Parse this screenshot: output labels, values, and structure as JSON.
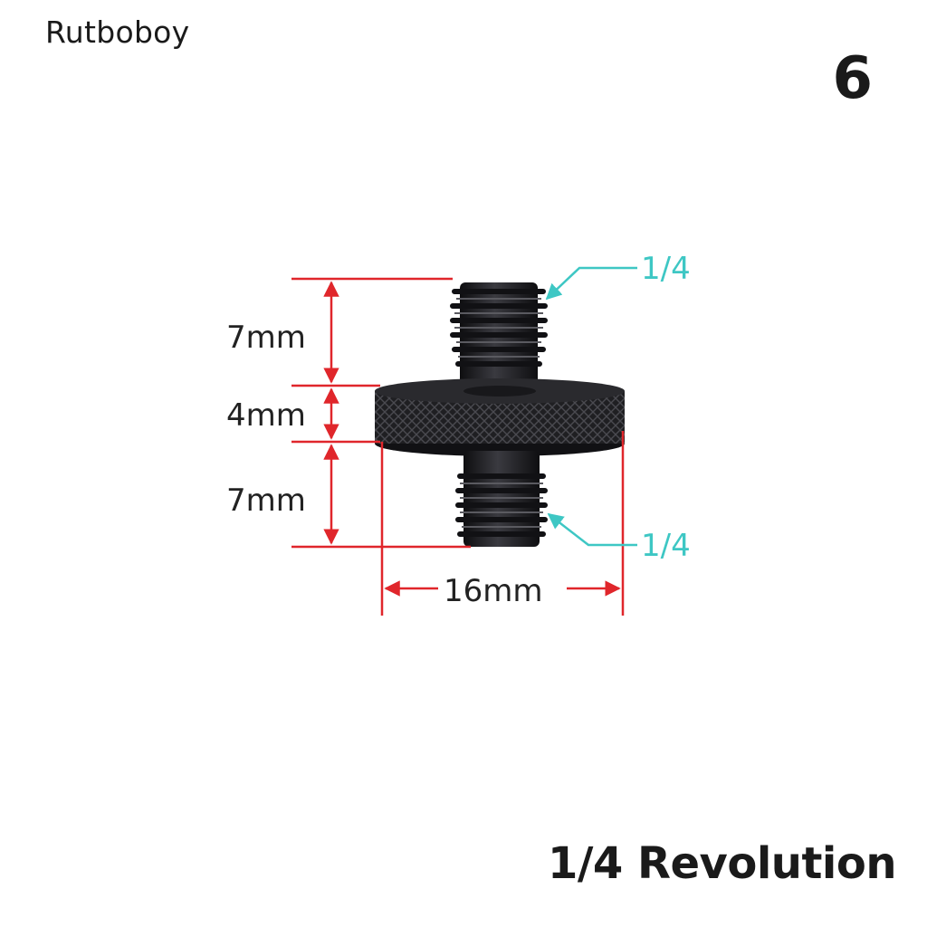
{
  "brand": "Rutboboy",
  "variant_number": "6",
  "caption": "1/4 Revolution",
  "dimensions": {
    "top_thread_length": "7mm",
    "knob_thickness": "4mm",
    "bottom_thread_length": "7mm",
    "knob_diameter": "16mm"
  },
  "thread_sizes": {
    "top": "1/4",
    "bottom": "1/4"
  },
  "colors": {
    "dimension_lines": "#e0262b",
    "thread_callouts": "#3ec7c4",
    "screw": "#1c1c1e"
  },
  "icons": {
    "product": "double-threaded-screw-adapter"
  }
}
